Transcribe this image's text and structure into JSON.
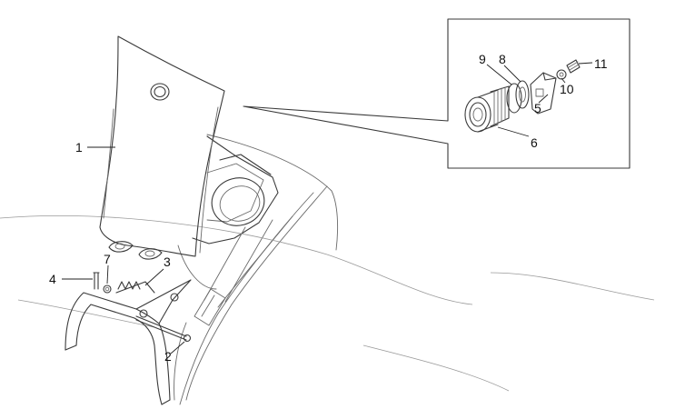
{
  "diagram": {
    "background_color": "#ffffff",
    "line_color": "#3a3a3a",
    "callouts": [
      {
        "id": "1",
        "label": "1"
      },
      {
        "id": "2",
        "label": "2"
      },
      {
        "id": "3",
        "label": "3"
      },
      {
        "id": "4",
        "label": "4"
      },
      {
        "id": "5",
        "label": "5"
      },
      {
        "id": "6",
        "label": "6"
      },
      {
        "id": "7",
        "label": "7"
      },
      {
        "id": "8",
        "label": "8"
      },
      {
        "id": "9",
        "label": "9"
      },
      {
        "id": "10",
        "label": "10"
      },
      {
        "id": "11",
        "label": "11"
      }
    ]
  }
}
